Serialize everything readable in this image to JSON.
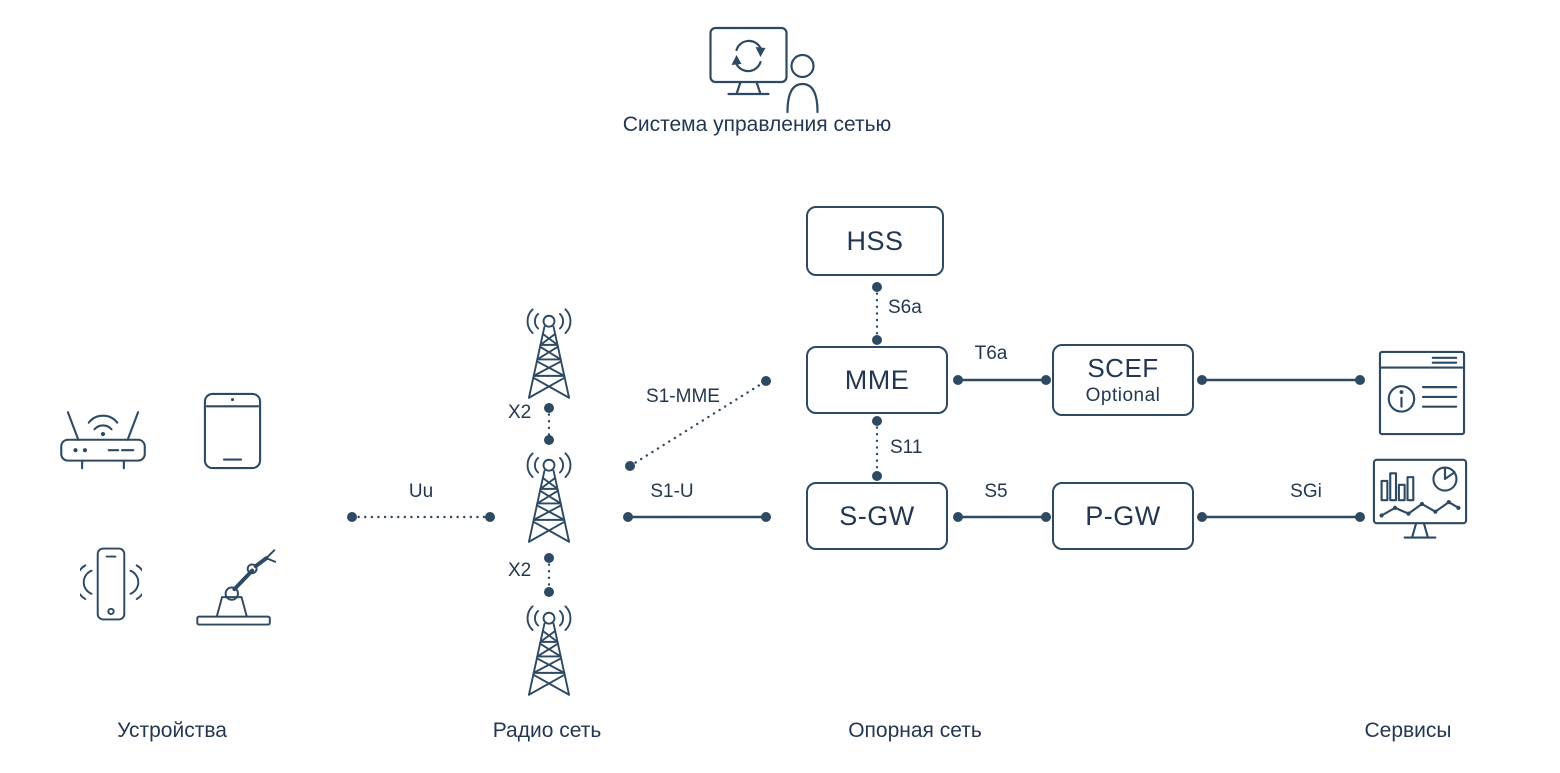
{
  "title": "Система управления сетью",
  "section_labels": {
    "devices": "Устройства",
    "radio": "Радио сеть",
    "core": "Опорная сеть",
    "services": "Сервисы"
  },
  "nodes": {
    "hss": "HSS",
    "mme": "MME",
    "sgw": "S-GW",
    "scef": "SCEF",
    "scef_note": "Optional",
    "pgw": "P-GW"
  },
  "interfaces": {
    "uu": "Uu",
    "x2_upper": "X2",
    "x2_lower": "X2",
    "s1_mme": "S1-MME",
    "s1_u": "S1-U",
    "s6a": "S6a",
    "s11": "S11",
    "t6a": "T6a",
    "s5": "S5",
    "sgi": "SGi"
  },
  "icons": {
    "management": "network-management-icon",
    "router": "wifi-router-icon",
    "tablet": "tablet-icon",
    "phone": "smartphone-icon",
    "robot": "robot-arm-icon",
    "tower": "cell-tower-icon",
    "browser": "info-service-icon",
    "dashboard": "analytics-dashboard-icon"
  },
  "colors": {
    "primary": "#2e4a63",
    "background": "#ffffff"
  }
}
